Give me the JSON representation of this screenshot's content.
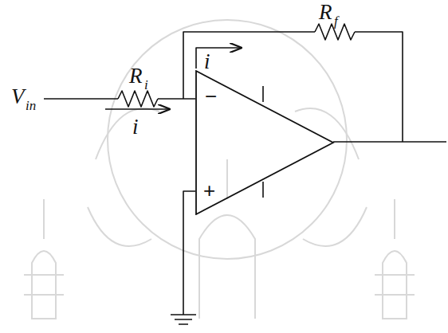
{
  "diagram": {
    "nodes": [
      {
        "text": [
          "−",
          "+"
        ]
      }
    ],
    "labels": [
      "R",
      "f",
      "i",
      "R",
      "i",
      "V",
      "in",
      "i"
    ]
  }
}
